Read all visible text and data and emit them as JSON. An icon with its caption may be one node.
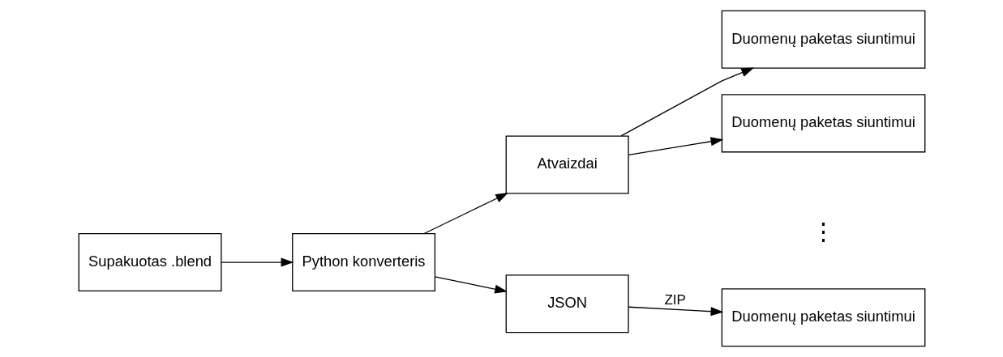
{
  "diagram": {
    "nodes": [
      {
        "text": [
          "Supakuotas .blend"
        ]
      },
      {
        "text": [
          "Python konverteris"
        ]
      },
      {
        "text": [
          "Atvaizdai"
        ]
      },
      {
        "text": [
          "Duomenų paketas siuntimui"
        ]
      },
      {
        "text": [
          "Duomenų paketas siuntimui"
        ]
      },
      {
        "text": [
          "JSON"
        ]
      },
      {
        "text": [
          "Duomenų paketas siuntimui"
        ]
      }
    ],
    "edges": [
      {
        "from": 0,
        "to": 1,
        "arrow": "to"
      },
      {
        "from": 1,
        "to": 2,
        "arrow": "to"
      },
      {
        "from": 1,
        "to": 5,
        "arrow": "to"
      },
      {
        "from": 2,
        "to": 3,
        "arrow": "to"
      },
      {
        "from": 2,
        "to": 4,
        "arrow": "to"
      },
      {
        "from": 5,
        "to": 6,
        "arrow": "to",
        "label": "ZIP"
      }
    ],
    "labels": [
      "⋮"
    ]
  }
}
